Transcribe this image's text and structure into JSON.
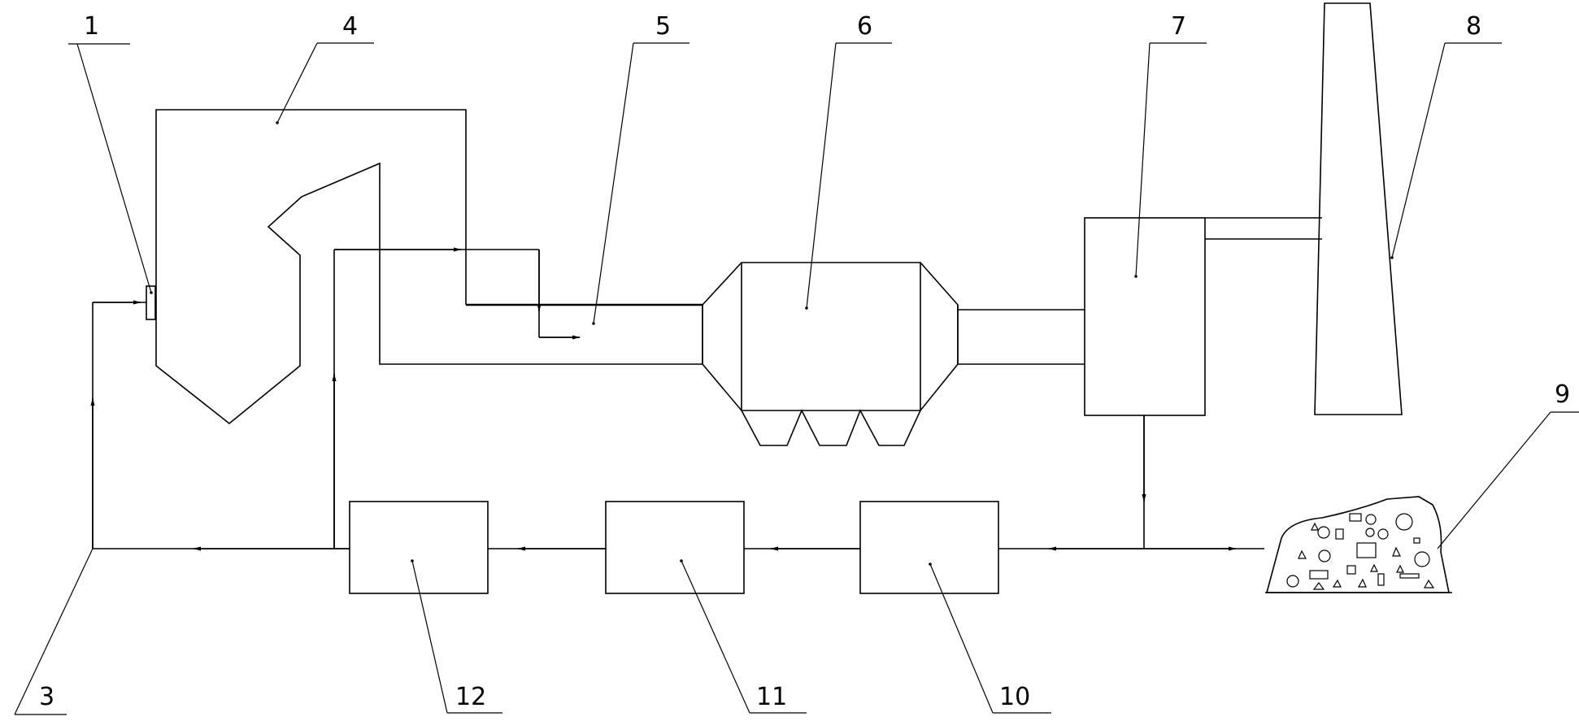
{
  "labels": {
    "n1": "1",
    "n3": "3",
    "n4": "4",
    "n5": "5",
    "n6": "6",
    "n7": "7",
    "n8": "8",
    "n9": "9",
    "n10": "10",
    "n11": "11",
    "n12": "12"
  },
  "colors": {
    "stroke": "#000000",
    "background": "#ffffff"
  }
}
